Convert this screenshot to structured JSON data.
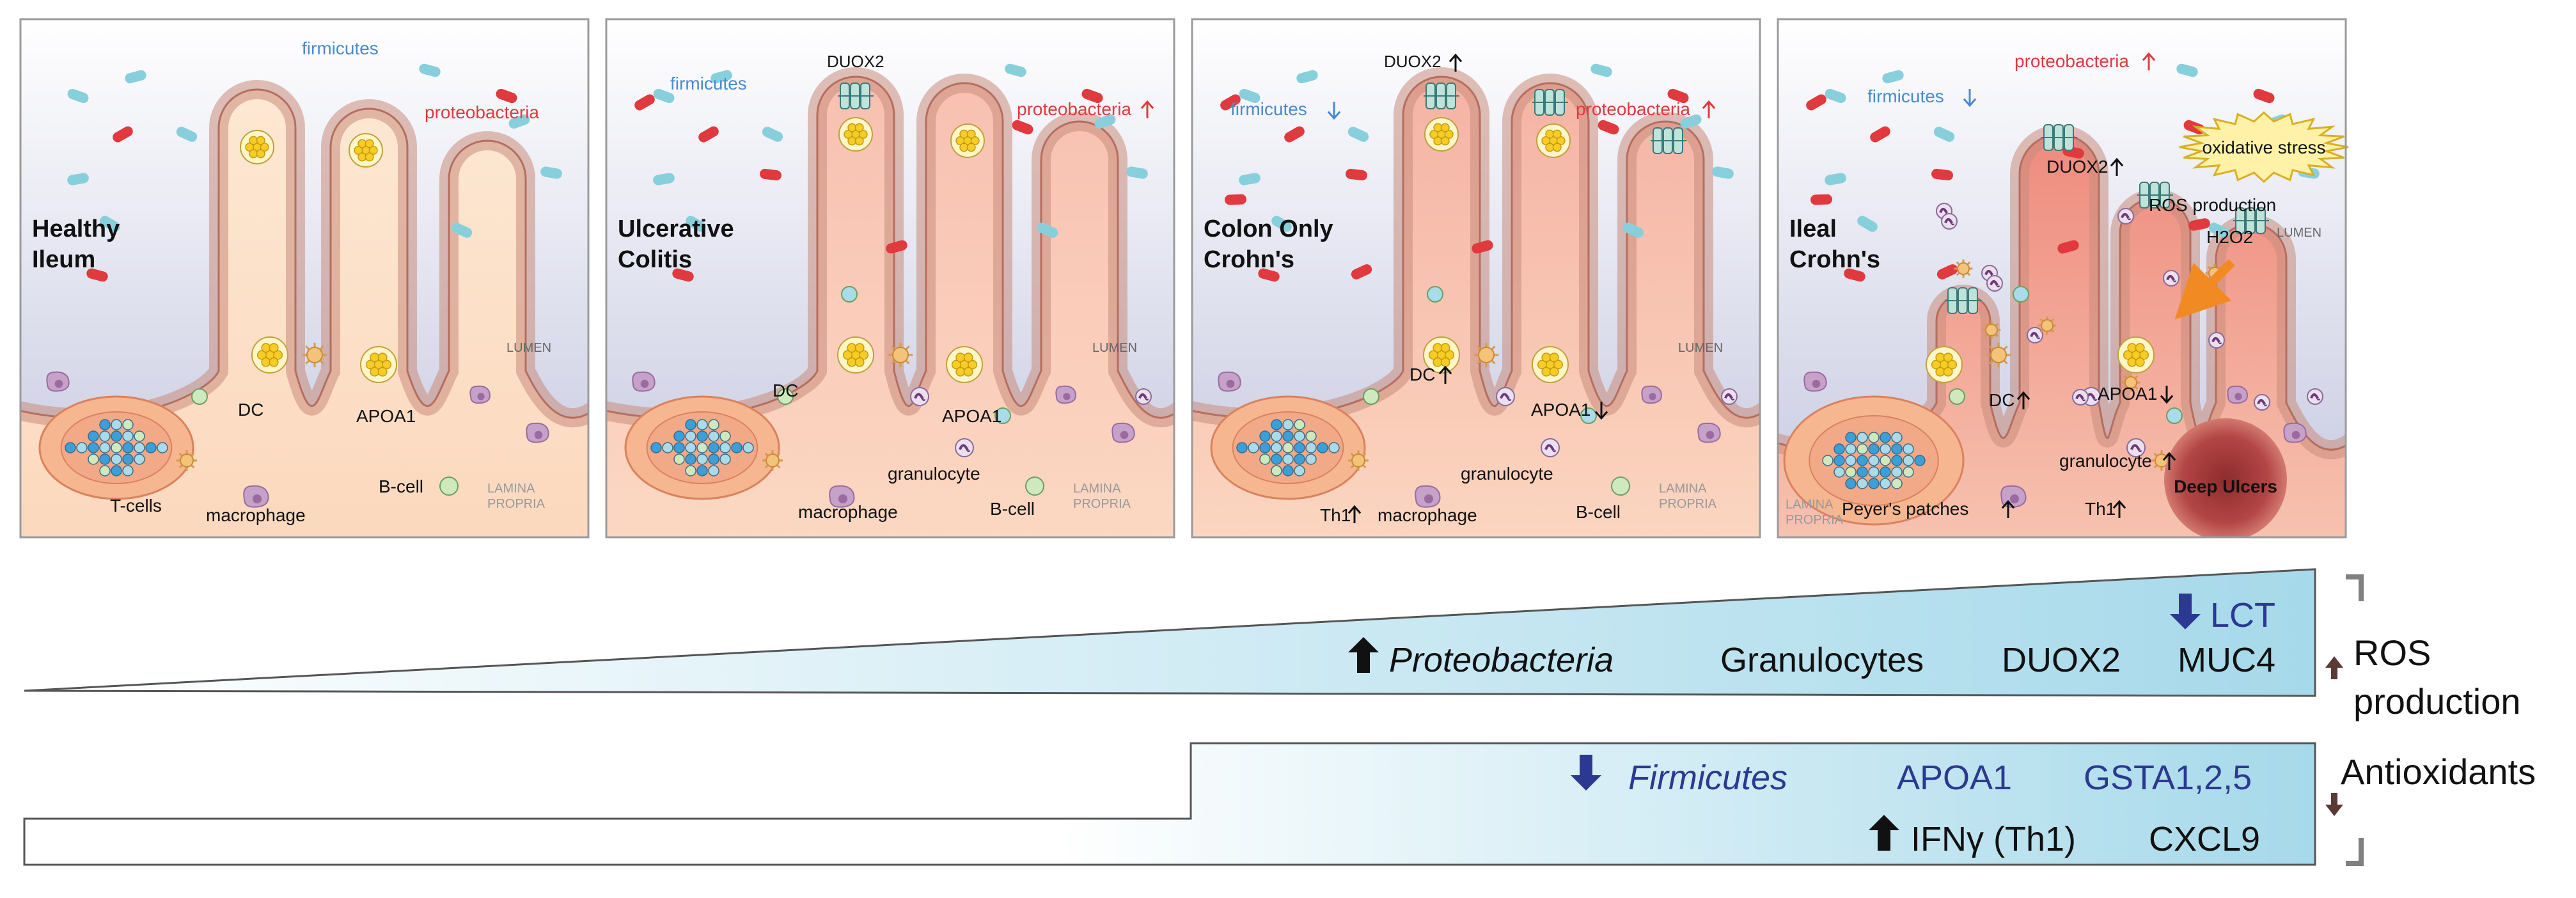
{
  "colors": {
    "firmicutes": "#88cfdc",
    "proteobacteria": "#e0393e",
    "tissue_light": "#fbe0c8",
    "tissue_inflamed": "#f2aaa0",
    "tissue_severe": "#ec8478",
    "lumen_top": "#ffffff",
    "lumen_bottom": "#c9cce2",
    "wedge_light": "#ffffff",
    "wedge_dark": "#a9daea",
    "text_blue": "#2b3990",
    "bracket": "#7f7f7f"
  },
  "panels": [
    {
      "title": [
        "Healthy",
        "Ileum"
      ],
      "bacteria": {
        "firmicutes": "firmicutes",
        "proteobacteria": "proteobacteria"
      },
      "labels": {
        "dc": "DC",
        "apoa1": "APOA1",
        "tcells": "T-cells",
        "macrophage": "macrophage",
        "bcell": "B-cell",
        "lumen": "LUMEN",
        "lamina": [
          "LAMINA",
          "PROPRIA"
        ]
      }
    },
    {
      "title": [
        "Ulcerative",
        "Colitis"
      ],
      "bacteria": {
        "firmicutes": "firmicutes",
        "proteobacteria": "proteobacteria"
      },
      "labels": {
        "duox2": "DUOX2",
        "dc": "DC",
        "apoa1": "APOA1",
        "granulocyte": "granulocyte",
        "macrophage": "macrophage",
        "bcell": "B-cell",
        "lumen": "LUMEN",
        "lamina": [
          "LAMINA",
          "PROPRIA"
        ]
      }
    },
    {
      "title": [
        "Colon Only",
        "Crohn's"
      ],
      "bacteria": {
        "firmicutes": "firmicutes",
        "proteobacteria": "proteobacteria"
      },
      "labels": {
        "duox2": "DUOX2",
        "dc": "DC",
        "apoa1": "APOA1",
        "granulocyte": "granulocyte",
        "macrophage": "macrophage",
        "bcell": "B-cell",
        "th1": "Th1",
        "lumen": "LUMEN",
        "lamina": [
          "LAMINA",
          "PROPRIA"
        ]
      }
    },
    {
      "title": [
        "Ileal",
        "Crohn's"
      ],
      "bacteria": {
        "firmicutes": "firmicutes",
        "proteobacteria": "proteobacteria"
      },
      "labels": {
        "duox2": "DUOX2",
        "oxidative_stress": "oxidative stress",
        "ros": "ROS production",
        "h2o2": "H2O2",
        "dc": "DC",
        "apoa1": "APOA1",
        "granulocyte": "granulocyte",
        "peyers": "Peyer's patches",
        "th1": "Th1",
        "deep_ulcers": "Deep Ulcers",
        "lumen": "LUMEN",
        "lamina": [
          "LAMINA",
          "PROPRIA"
        ]
      }
    }
  ],
  "summary": {
    "top_items": {
      "proteobacteria": "Proteobacteria",
      "granulocytes": "Granulocytes",
      "duox2": "DUOX2",
      "muc4": "MUC4",
      "lct": "LCT"
    },
    "bottom_items": {
      "firmicutes": "Firmicutes",
      "apoa1": "APOA1",
      "gsta": "GSTA1,2,5",
      "ifng": "IFNγ (Th1)",
      "cxcl9": "CXCL9"
    },
    "side": {
      "ros1": "ROS",
      "ros2": "production",
      "antioxidants": "Antioxidants"
    }
  }
}
